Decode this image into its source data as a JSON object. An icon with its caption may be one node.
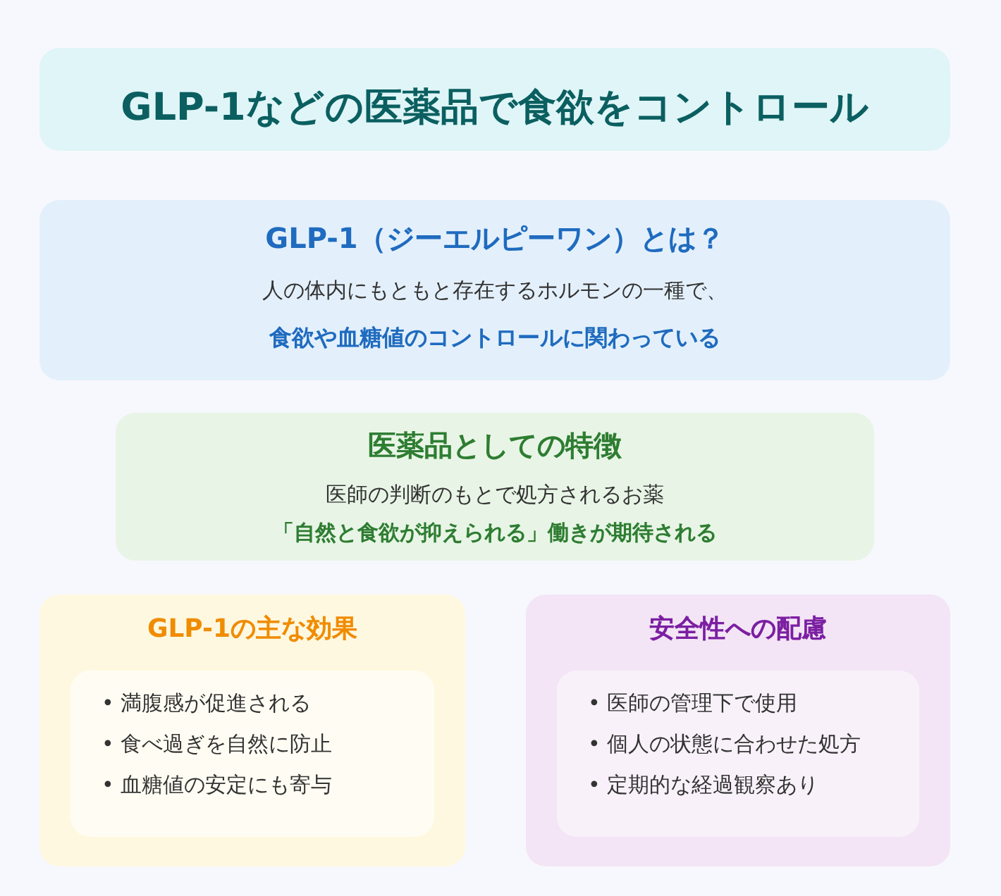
{
  "diagram": {
    "nodes": [
      {
        "text": [
          "GLP-1などの医薬品で食欲をコントロール"
        ]
      },
      {
        "text": [
          "GLP-1（ジーエルピーワン）とは？",
          "人の体内にもともと存在するホルモンの一種で、",
          "食欲や血糖値のコントロールに関わっている"
        ]
      },
      {
        "text": [
          "医薬品としての特徴",
          "医師の判断のもとで処方されるお薬",
          "「自然と食欲が抑えられる」働きが期待される"
        ]
      },
      {
        "text": [
          "GLP-1の主な効果"
        ]
      },
      {
        "text": [
          "• 満腹感が促進される",
          "• 食べ過ぎを自然に防止",
          "• 血糖値の安定にも寄与"
        ],
        "in": 3
      },
      {
        "text": [
          "安全性への配慮"
        ]
      },
      {
        "text": [
          "• 医師の管理下で使用",
          "• 個人の状態に合わせた処方",
          "• 定期的な経過観察あり"
        ],
        "in": 5
      }
    ],
    "edges": []
  }
}
